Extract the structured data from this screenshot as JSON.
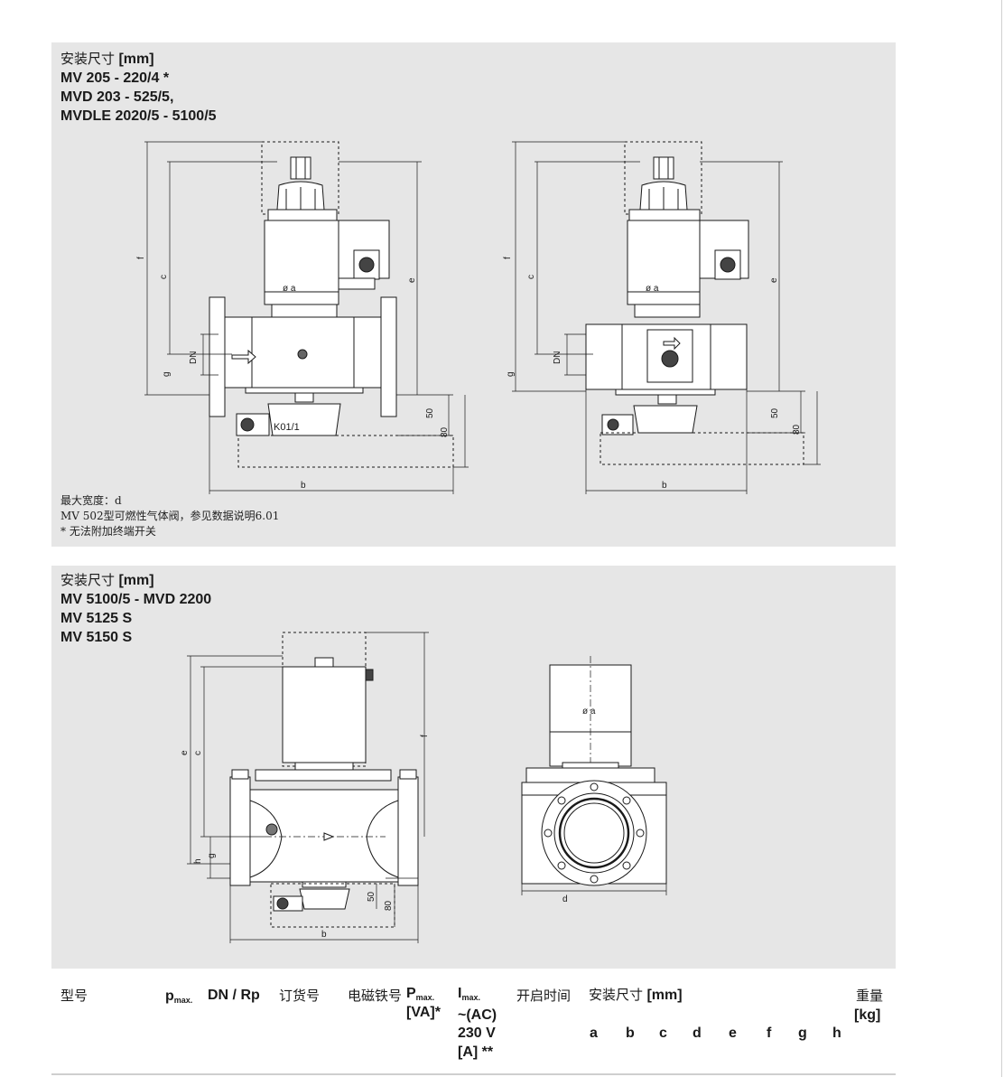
{
  "panel1": {
    "heading_prefix": "安装尺寸",
    "heading_unit": "[mm]",
    "models": [
      "MV 205 - 220/4 *",
      "MVD 203 - 525/5,",
      "MVDLE 2020/5 - 5100/5"
    ],
    "notes": [
      "最大宽度：d",
      "MV 502型可燃性气体阀，参见数据说明6.01",
      "* 无法附加终端开关"
    ],
    "labels": {
      "f": "f",
      "c": "c",
      "e": "e",
      "g": "g",
      "dn": "DN",
      "oa": "ø a",
      "b": "b",
      "d50": "50",
      "d80": "80",
      "k01": "K01/1"
    }
  },
  "panel2": {
    "heading_prefix": "安装尺寸",
    "heading_unit": "[mm]",
    "models": [
      "MV 5100/5 - MVD 2200",
      "MV 5125 S",
      "MV 5150 S"
    ],
    "labels": {
      "e": "e",
      "c": "c",
      "f": "f",
      "h": "h",
      "g": "g",
      "b": "b",
      "d": "d",
      "oa": "ø a",
      "d50": "50",
      "d80": "80"
    }
  },
  "table_header": {
    "model": "型号",
    "pmax": "p",
    "pmax_sub": "max.",
    "dn_rp": "DN / Rp",
    "order_no": "订货号",
    "coil": "电磁铁号",
    "P": "P",
    "P_sub": "max.",
    "P_unit": "[VA]*",
    "I": "I",
    "I_sub": "max.",
    "I_ac": "~(AC)",
    "I_voltage": "230 V",
    "I_unit": "[A] **",
    "open_time": "开启时间",
    "dims_prefix": "安装尺寸",
    "dims_unit": "[mm]",
    "dim_cols": [
      "a",
      "b",
      "c",
      "d",
      "e",
      "f",
      "g",
      "h"
    ],
    "weight": "重量",
    "weight_unit": "[kg]"
  }
}
